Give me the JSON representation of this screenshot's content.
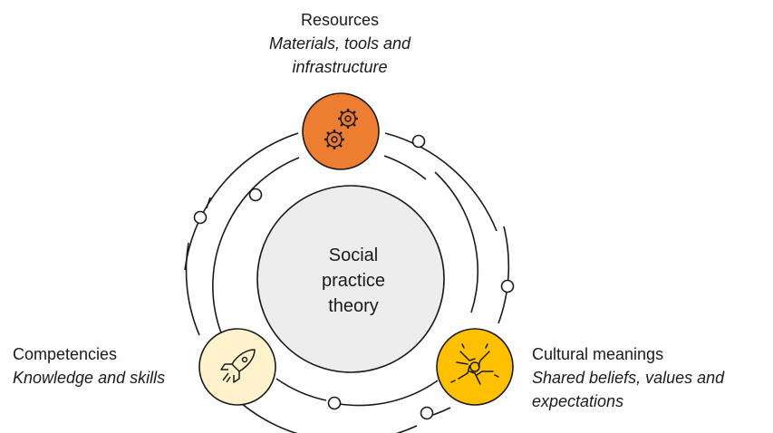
{
  "center": {
    "lines": [
      "Social",
      "practice",
      "theory"
    ]
  },
  "nodes": {
    "resources": {
      "title": "Resources",
      "subtitle_lines": [
        "Materials, tools and",
        "infrastructure"
      ],
      "icon": "gears-icon",
      "color": "#ED7D31"
    },
    "competencies": {
      "title": "Competencies",
      "subtitle_lines": [
        "Knowledge and skills"
      ],
      "icon": "rocket-icon",
      "color": "#FFF2CC"
    },
    "cultural": {
      "title": "Cultural meanings",
      "subtitle_lines": [
        "Shared beliefs, values and",
        "expectations"
      ],
      "icon": "joined-hands-icon",
      "color": "#FFC000"
    }
  },
  "colors": {
    "center_fill": "#EDEDED",
    "stroke": "#1a1a1a"
  }
}
